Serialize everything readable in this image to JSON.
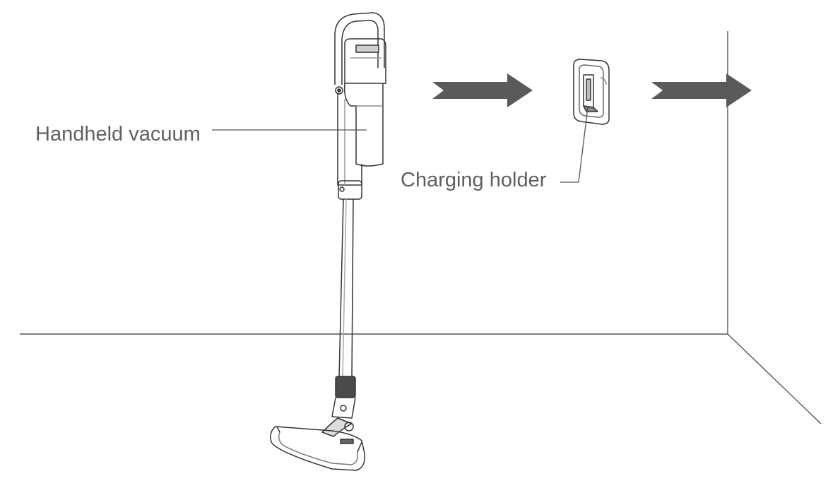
{
  "labels": {
    "handheld_vacuum": "Handheld vacuum",
    "charging_holder": "Charging holder"
  },
  "colors": {
    "line": "#555555",
    "arrow": "#5a5a5a",
    "label_text": "#5f5f5f",
    "background": "#ffffff"
  },
  "icons": [
    "stick-vacuum-illustration",
    "charging-holder-illustration",
    "arrow-right-icon",
    "arrow-right-icon"
  ]
}
